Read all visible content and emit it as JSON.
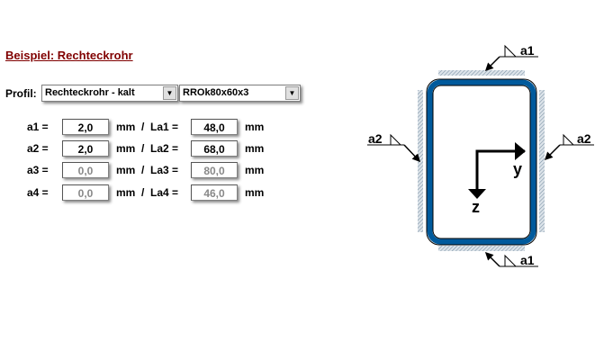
{
  "title": "Beispiel: Rechteckrohr",
  "profil": {
    "label": "Profil:",
    "type_value": "Rechteckrohr - kalt",
    "section_value": "RROk80x60x3"
  },
  "rows": [
    {
      "a_label": "a1 =",
      "a_value": "2,0",
      "unit": "mm",
      "sep": "/",
      "la_label": "La1 =",
      "la_value": "48,0",
      "la_unit": "mm",
      "enabled": true
    },
    {
      "a_label": "a2 =",
      "a_value": "2,0",
      "unit": "mm",
      "sep": "/",
      "la_label": "La2 =",
      "la_value": "68,0",
      "la_unit": "mm",
      "enabled": true
    },
    {
      "a_label": "a3 =",
      "a_value": "0,0",
      "unit": "mm",
      "sep": "/",
      "la_label": "La3 =",
      "la_value": "80,0",
      "la_unit": "mm",
      "enabled": false
    },
    {
      "a_label": "a4 =",
      "a_value": "0,0",
      "unit": "mm",
      "sep": "/",
      "la_label": "La4 =",
      "la_value": "46,0",
      "la_unit": "mm",
      "enabled": false
    }
  ],
  "diagram": {
    "weld_top": "a1",
    "weld_bottom": "a1",
    "weld_left": "a2",
    "weld_right": "a2",
    "axis_y": "y",
    "axis_z": "z",
    "tube_color": "#005a9c",
    "hatch_color": "#9ab"
  }
}
